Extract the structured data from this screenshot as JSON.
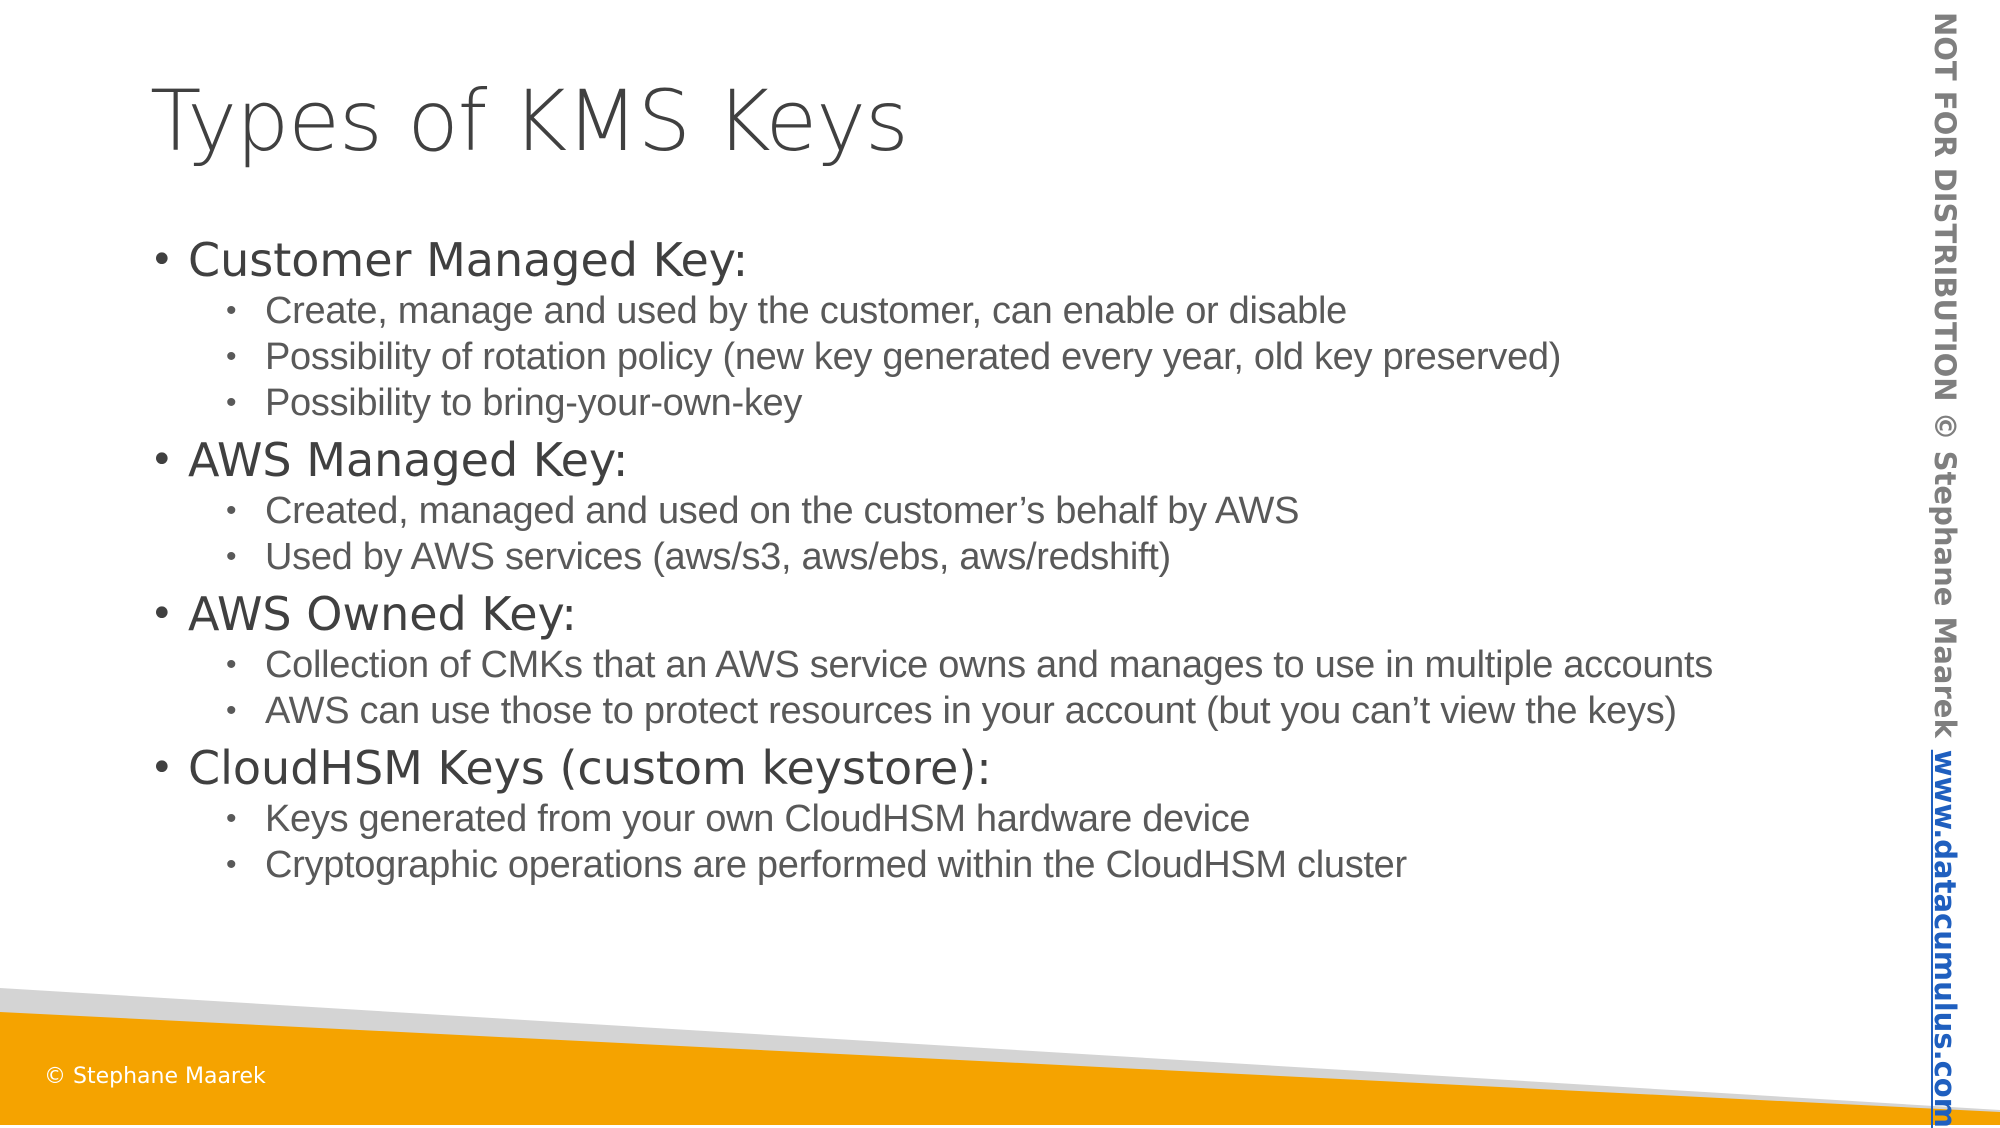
{
  "title": "Types of KMS Keys",
  "sections": [
    {
      "heading": "Customer Managed Key:",
      "items": [
        "Create, manage and used by the customer, can enable or disable",
        "Possibility of rotation policy (new key generated every year, old key preserved)",
        "Possibility to bring-your-own-key"
      ]
    },
    {
      "heading": "AWS Managed Key:",
      "items": [
        "Created, managed and used on the customer’s behalf by AWS",
        "Used by AWS services (aws/s3, aws/ebs, aws/redshift)"
      ]
    },
    {
      "heading": "AWS Owned Key:",
      "items": [
        "Collection of CMKs that an AWS service owns and manages to use in multiple accounts",
        "AWS can use those to protect resources in your account (but you can’t view the keys)"
      ]
    },
    {
      "heading": "CloudHSM Keys (custom keystore):",
      "items": [
        "Keys generated from your own CloudHSM hardware device",
        "Cryptographic operations are performed within the CloudHSM cluster"
      ]
    }
  ],
  "footer": {
    "copyright": "© Stephane Maarek"
  },
  "watermark": {
    "text": "NOT FOR DISTRIBUTION © Stephane Maarek",
    "link": "www.datacumulus.com"
  },
  "colors": {
    "accent_orange": "#f5a300",
    "footer_gray": "#d4d4d4",
    "text": "#404040",
    "link_blue": "#1f5fbf"
  }
}
